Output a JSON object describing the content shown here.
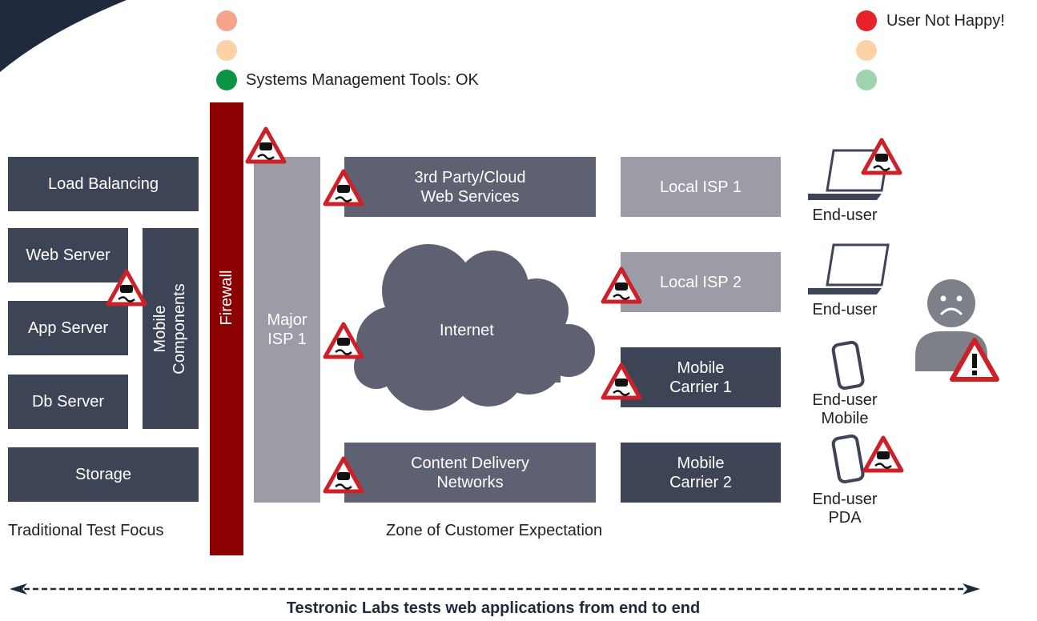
{
  "colors": {
    "box_dark": "#3d4456",
    "box_mid": "#5e6172",
    "box_light": "#9b9ca6",
    "firewall": "#8b0000",
    "warn_red": "#cc2129",
    "red": "#e8212a",
    "amber_light": "#fcd2a6",
    "salmon": "#f5a68a",
    "green": "#0a9444",
    "green_light": "#9ed3ae"
  },
  "status": {
    "left_ok": "Systems Management Tools: OK",
    "right_bad": "User Not Happy!"
  },
  "infra": {
    "load_balancing": "Load Balancing",
    "web_server": "Web Server",
    "app_server": "App Server",
    "db_server": "Db Server",
    "storage": "Storage",
    "mobile_components_1": "Mobile",
    "mobile_components_2": "Components",
    "firewall": "Firewall",
    "caption": "Traditional Test Focus"
  },
  "network": {
    "major_isp_1": "Major",
    "major_isp_2": "ISP 1",
    "cloud_1": "3rd Party/Cloud",
    "cloud_2": "Web Services",
    "internet": "Internet",
    "cdn_1": "Content Delivery",
    "cdn_2": "Networks",
    "local_isp_1": "Local ISP 1",
    "local_isp_2": "Local ISP 2",
    "mobile_carrier_1a": "Mobile",
    "mobile_carrier_1b": "Carrier 1",
    "mobile_carrier_2a": "Mobile",
    "mobile_carrier_2b": "Carrier 2",
    "caption": "Zone of Customer Expectation"
  },
  "endusers": {
    "laptop_1": "End-user",
    "laptop_2": "End-user",
    "mobile_1a": "End-user",
    "mobile_1b": "Mobile",
    "pda_1a": "End-user",
    "pda_1b": "PDA"
  },
  "footer": {
    "tagline": "Testronic Labs tests web applications from end to end"
  },
  "icons": {
    "warning": "slippery-road-warning-icon",
    "alert": "exclamation-warning-icon",
    "laptop": "laptop-icon",
    "phone": "mobile-phone-icon",
    "user": "sad-user-icon",
    "cloud": "cloud-icon"
  }
}
